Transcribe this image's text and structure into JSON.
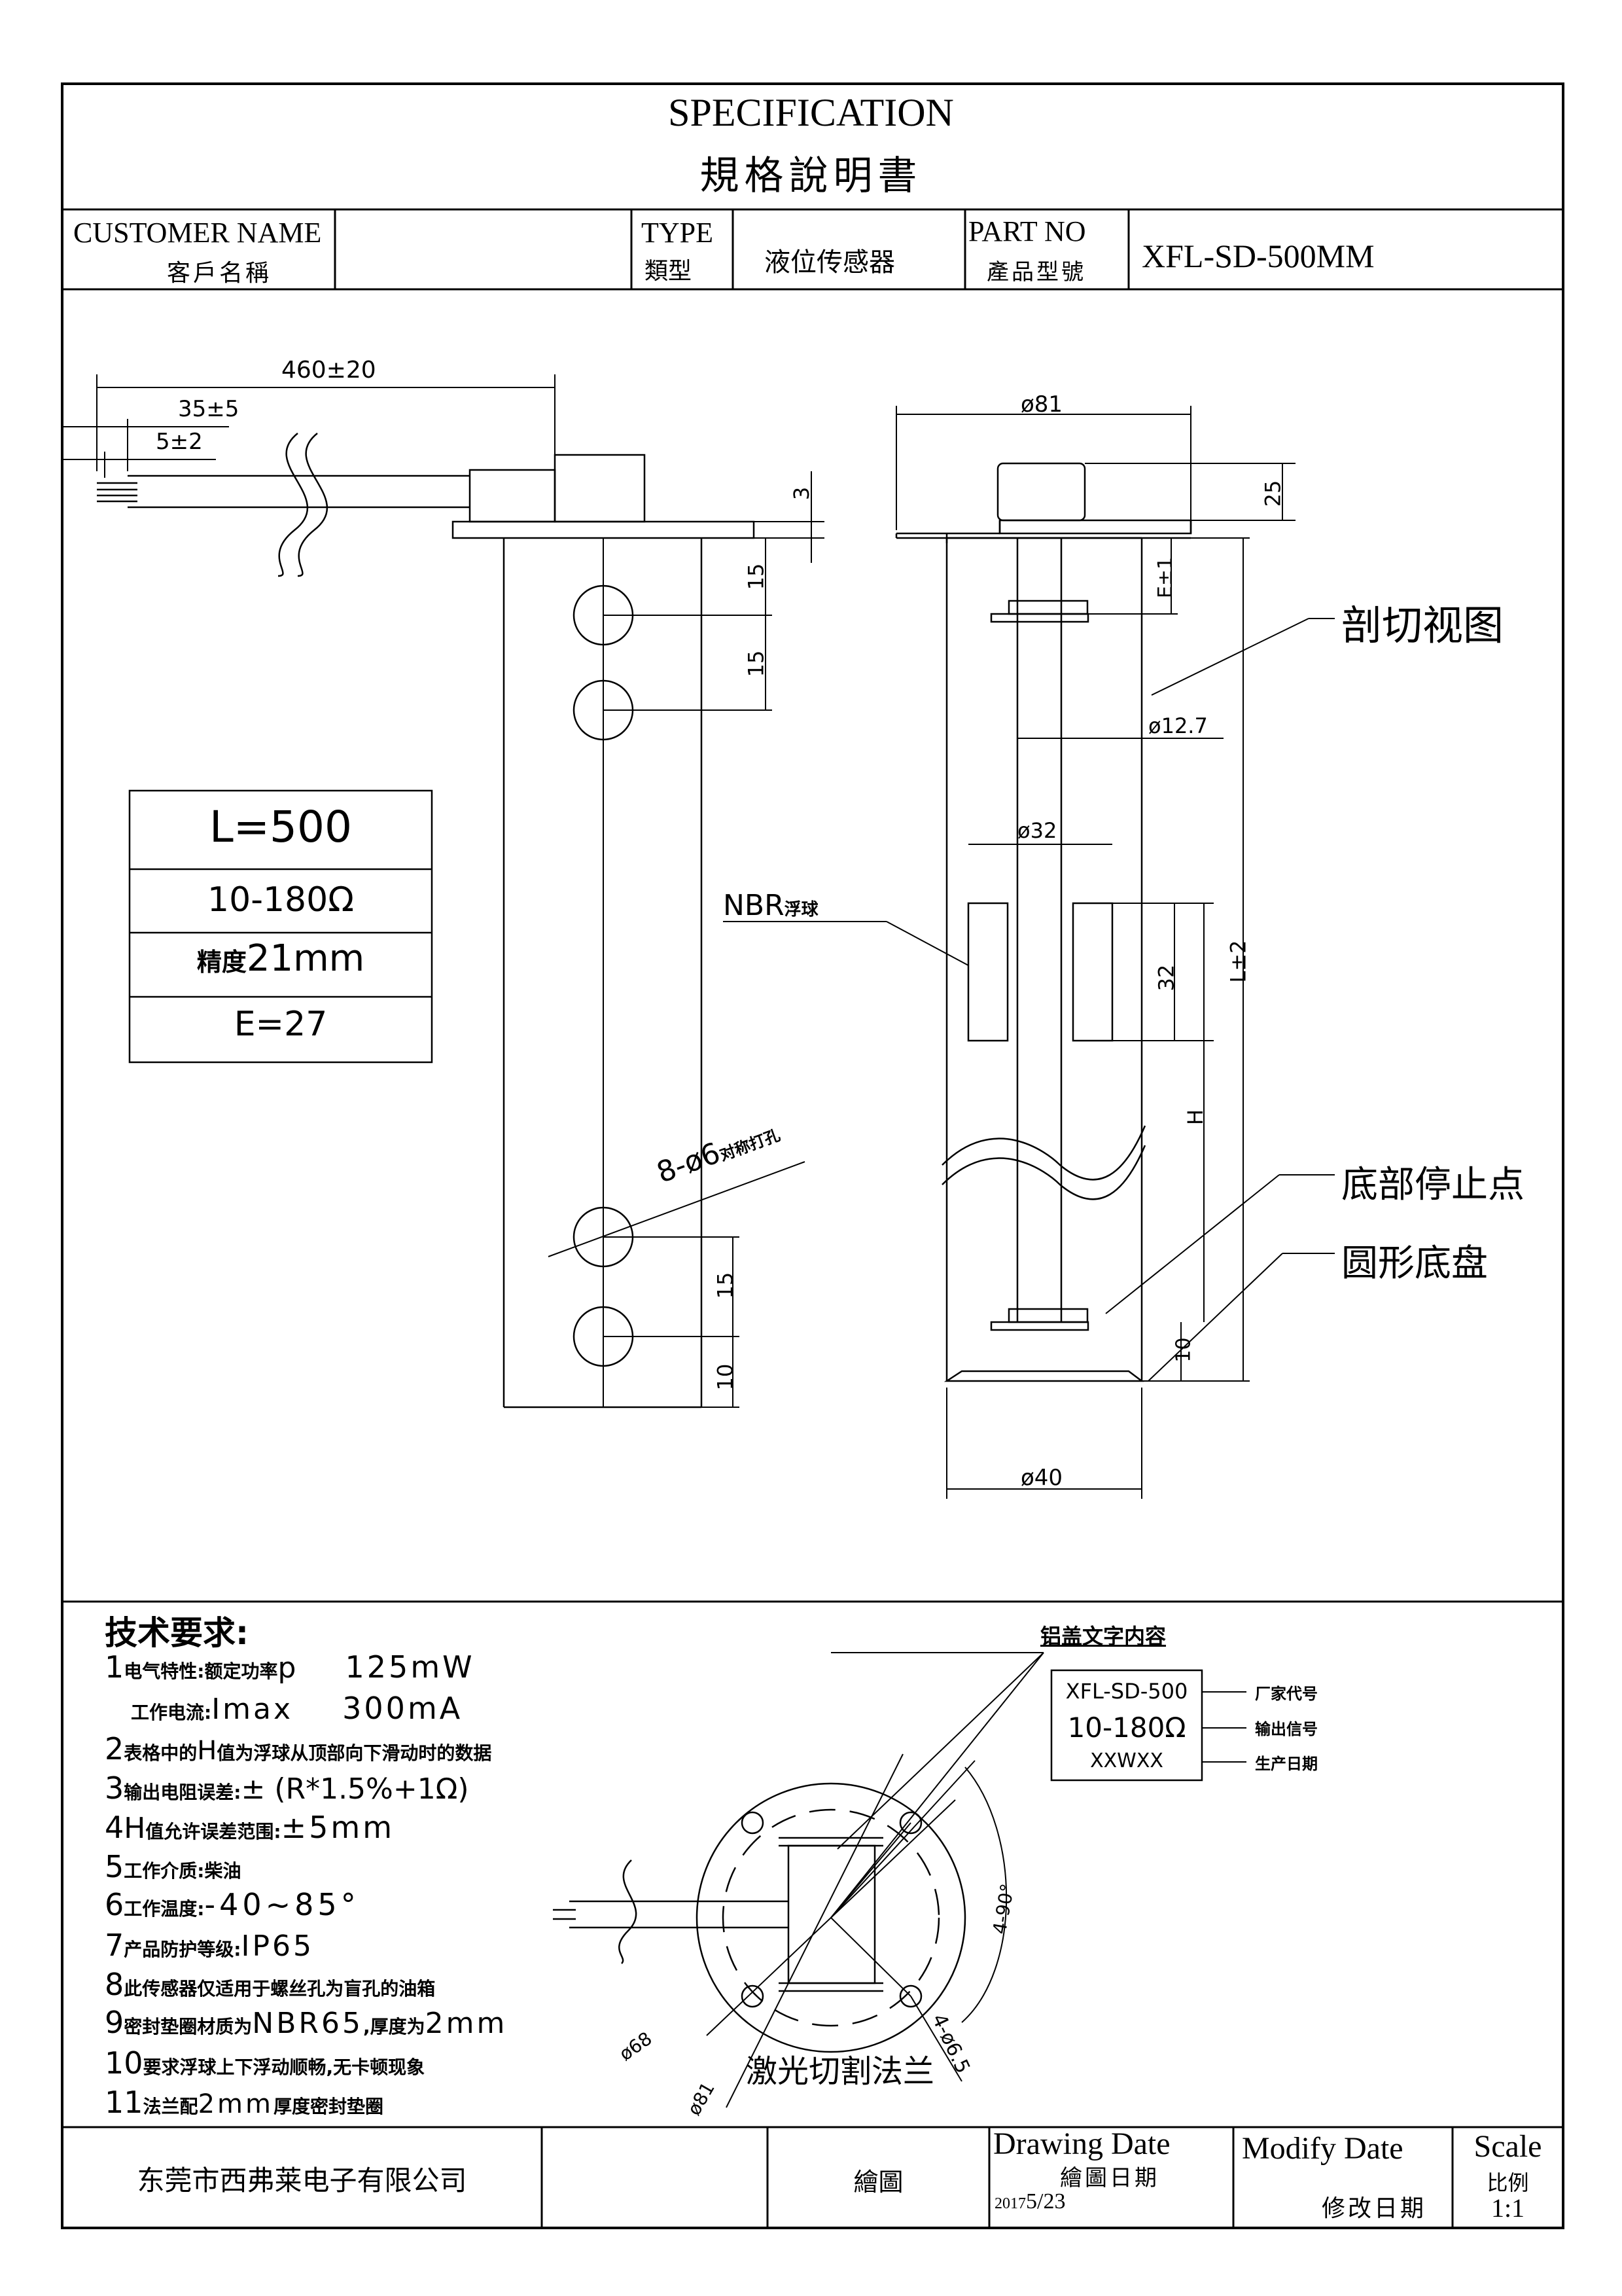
{
  "header": {
    "title_en": "SPECIFICATION",
    "title_zh": "規格說明書",
    "customer_label_en": "CUSTOMER NAME",
    "customer_label_zh": "客戶名稱",
    "customer_value": "",
    "type_label_en": "TYPE",
    "type_label_zh": "類型",
    "type_value": "液位传感器",
    "part_label_en": "PART NO",
    "part_label_zh": "產品型號",
    "part_value": "XFL-SD-500MM"
  },
  "drawing": {
    "dim_460": "460±20",
    "dim_35": "35±5",
    "dim_5": "5±2",
    "dim_3": "3",
    "dim_15a": "15",
    "dim_15b": "15",
    "dim_15c": "15",
    "dim_10a": "10",
    "holes_note": "8-ø6",
    "holes_note_small": "对称打孔",
    "dim_d81": "ø81",
    "dim_25": "25",
    "dim_E": "E±1",
    "dim_d127": "ø12.7",
    "dim_d32": "ø32",
    "dim_32": "32",
    "dim_L": "L±2",
    "dim_H": "H",
    "dim_10b": "10",
    "dim_d40": "ø40",
    "nbr_label": "NBR",
    "nbr_label_small": "浮球",
    "section_view": "剖切视图",
    "bottom_stop": "底部停止点",
    "round_base": "圆形底盘"
  },
  "param_table": {
    "row1": "L=500",
    "row2": "10-180Ω",
    "row3_prefix": "精度",
    "row3_value": "21mm",
    "row4": "E=27"
  },
  "tech": {
    "heading": "技术要求:",
    "r1_num": "1",
    "r1_label": "电气特性:额定功率",
    "r1_sym": "p",
    "r1_val": "125mW",
    "r1b_label": "工作电流:",
    "r1b_sym": "Imax",
    "r1b_val": "300mA",
    "r2_num": "2",
    "r2_text_a": "表格中的",
    "r2_sym": "H",
    "r2_text_b": "值为浮球从顶部向下滑动时的数据",
    "r3_num": "3",
    "r3_label": "输出电阻误差:",
    "r3_val": "± (R*1.5%+1Ω)",
    "r4_num": "4",
    "r4_sym": "H",
    "r4_label": "值允许误差范围:",
    "r4_val": "±5mm",
    "r5_num": "5",
    "r5_label": "工作介质:",
    "r5_val": "柴油",
    "r6_num": "6",
    "r6_label": "工作温度:",
    "r6_val": "-40~85°",
    "r7_num": "7",
    "r7_label": "产品防护等级:",
    "r7_val": "IP65",
    "r8_num": "8",
    "r8_text": "此传感器仅适用于螺丝孔为盲孔的油箱",
    "r9_num": "9",
    "r9_label": "密封垫圈材质为",
    "r9_val": "NBR65",
    "r9_text": ",厚度为",
    "r9_val2": "2mm",
    "r10_num": "10",
    "r10_text": "要求浮球上下浮动顺畅,无卡顿现象",
    "r11_num": "11",
    "r11_label": "法兰配",
    "r11_val": "2mm",
    "r11_text": "厚度密封垫圈"
  },
  "flange": {
    "engraving_title": "铝盖文字内容",
    "line1": "XFL-SD-500",
    "line2": "10-180Ω",
    "line3": "XXWXX",
    "ann1": "厂家代号",
    "ann2": "输出信号",
    "ann3": "生产日期",
    "angle": "4-90°",
    "holes": "4-ø6.5",
    "d68": "ø68",
    "d81": "ø81",
    "laser": "激光切割法兰"
  },
  "footer": {
    "company": "东莞市西弗莱电子有限公司",
    "drawn_label": "繪圖",
    "drawing_date_en": "Drawing Date",
    "drawing_date_zh": "繪圖日期",
    "drawing_date_val_a": "2017",
    "drawing_date_val_b": "5/23",
    "modify_date_en": "Modify Date",
    "modify_date_zh": "修改日期",
    "scale_en": "Scale",
    "scale_zh": "比例",
    "scale_val": "1:1"
  }
}
